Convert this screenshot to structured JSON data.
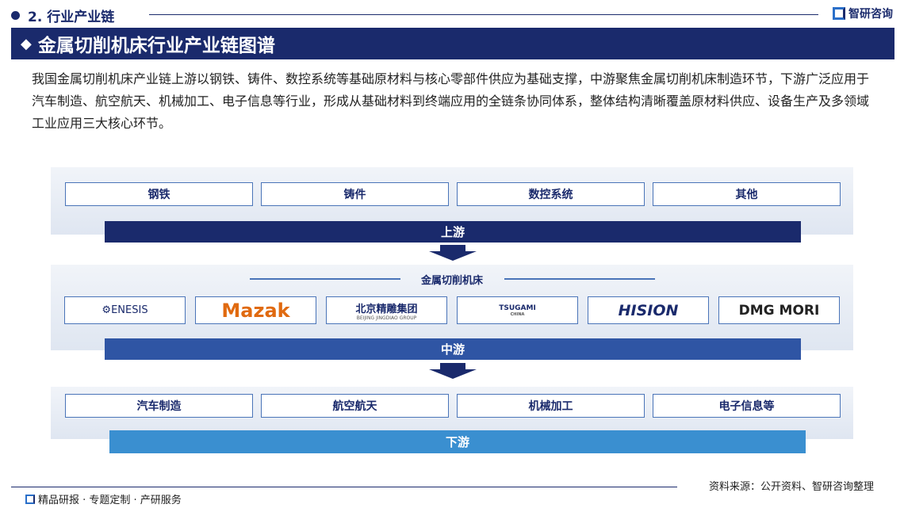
{
  "header": {
    "section": "2. 行业产业链",
    "brand": "智研咨询",
    "title": "金属切削机床行业产业链图谱"
  },
  "intro": "我国金属切削机床产业链上游以钢铁、铸件、数控系统等基础原材料与核心零部件供应为基础支撑，中游聚焦金属切削机床制造环节，下游广泛应用于汽车制造、航空航天、机械加工、电子信息等行业，形成从基础材料到终端应用的全链条协同体系，整体结构清晰覆盖原材料供应、设备生产及多领域工业应用三大核心环节。",
  "upstream": {
    "label": "上游",
    "items": [
      "钢铁",
      "铸件",
      "数控系统",
      "其他"
    ]
  },
  "midstream": {
    "label": "中游",
    "title": "金属切削机床",
    "logos": [
      "ENESIS",
      "Mazak",
      "北京精雕集团",
      "TSUGAMI",
      "HISION",
      "DMG MORI"
    ],
    "logo_sub": {
      "jd": "BEIJING JINGDIAO GROUP",
      "tsugami": "CHINA"
    }
  },
  "downstream": {
    "label": "下游",
    "items": [
      "汽车制造",
      "航空航天",
      "机械加工",
      "电子信息等"
    ]
  },
  "footer": {
    "source": "资料来源：公开资料、智研咨询整理",
    "tagline": "精品研报 · 专题定制 · 产研服务"
  },
  "colors": {
    "navy": "#1a2a6c",
    "mid": "#2f55a4",
    "down": "#3a8fd0"
  }
}
